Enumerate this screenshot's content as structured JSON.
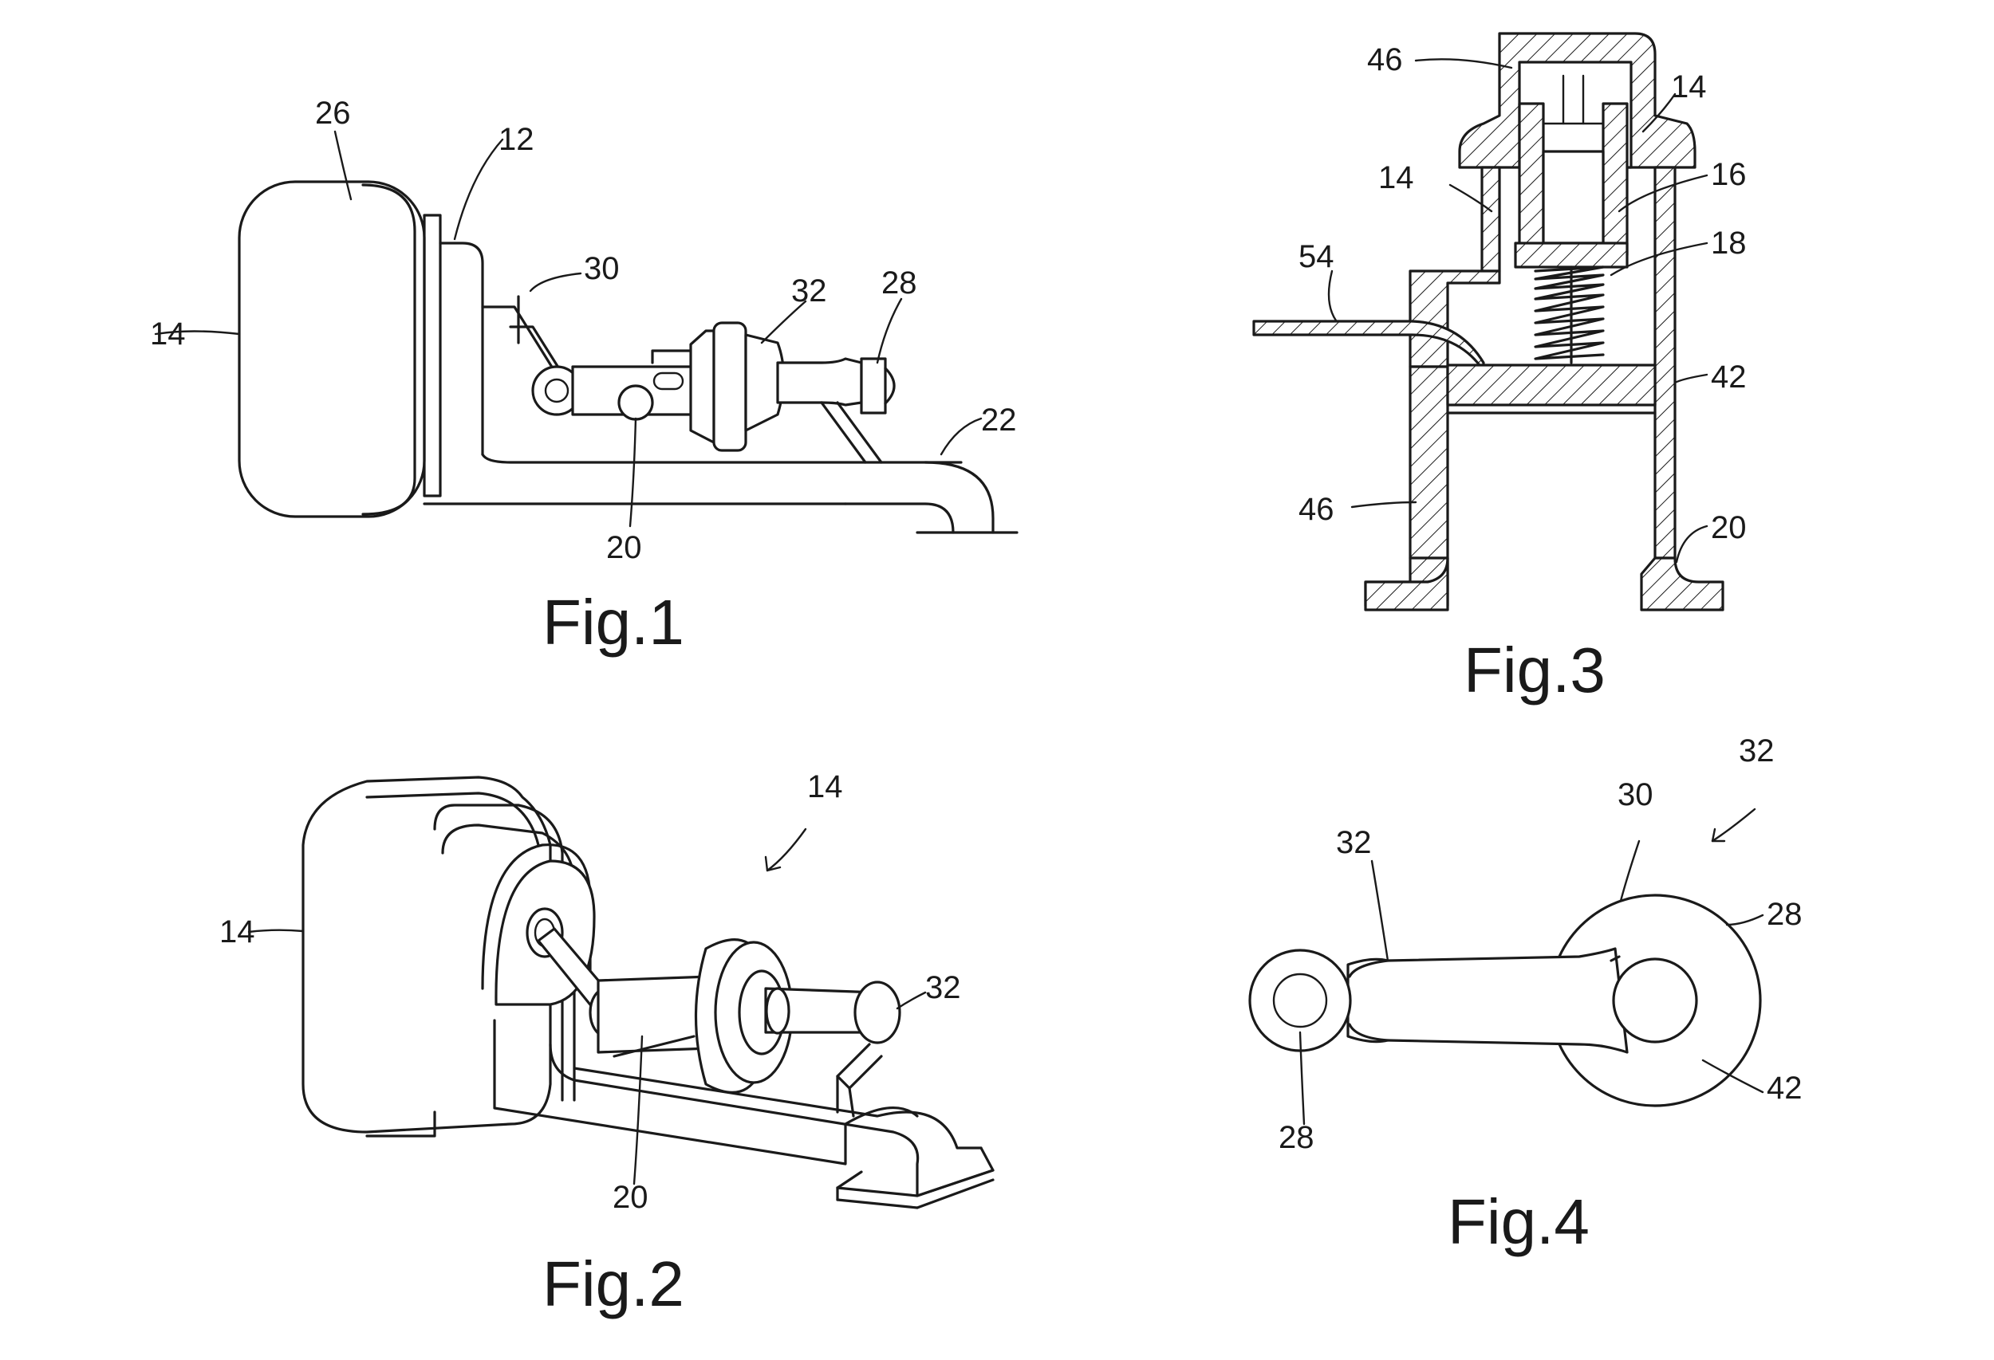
{
  "figures": {
    "fig1": {
      "caption": "Fig.1",
      "labels": {
        "r26": "26",
        "r12": "12",
        "r30": "30",
        "r32": "32",
        "r28": "28",
        "r14": "14",
        "r22": "22",
        "r20": "20"
      }
    },
    "fig2": {
      "caption": "Fig.2",
      "labels": {
        "r14a": "14",
        "r14b": "14",
        "r32": "32",
        "r20": "20"
      }
    },
    "fig3": {
      "caption": "Fig.3",
      "labels": {
        "r46a": "46",
        "r14a": "14",
        "r14b": "14",
        "r16": "16",
        "r18": "18",
        "r54": "54",
        "r42": "42",
        "r46b": "46",
        "r20": "20"
      }
    },
    "fig4": {
      "caption": "Fig.4",
      "labels": {
        "r32a": "32",
        "r32b": "32",
        "r30": "30",
        "r28a": "28",
        "r28b": "28",
        "r42": "42"
      }
    }
  },
  "colors": {
    "ink": "#1a1a1a",
    "paper": "#ffffff"
  }
}
